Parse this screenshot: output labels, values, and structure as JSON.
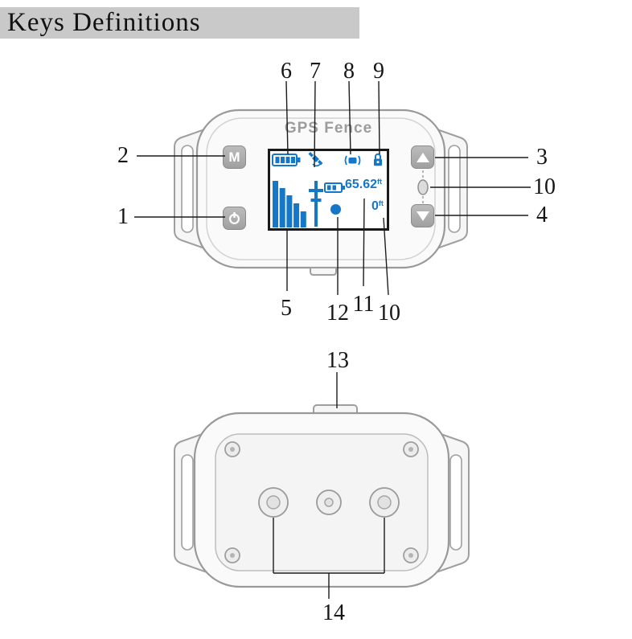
{
  "title": "Keys Definitions",
  "front_view": {
    "brand": "GPS Fence",
    "mode_button_label": "M",
    "screen": {
      "distance_value": "65.62",
      "distance_unit": "ft",
      "secondary_value": "0",
      "secondary_unit": "ft",
      "status_icons": [
        "battery-icon",
        "gps-satellite-icon",
        "vibration-icon",
        "lock-icon"
      ],
      "main_icons": [
        "signal-bars-icon",
        "antenna-icon",
        "small-battery-icon",
        "position-dot-icon"
      ]
    }
  },
  "callouts": {
    "power_button": "1",
    "mode_button": "2",
    "up_button": "3",
    "down_button": "4",
    "signal_bars": "5",
    "battery_icon": "6",
    "gps_icon": "7",
    "vibration_icon": "8",
    "lock_icon": "9",
    "side_indicator": "10",
    "secondary_distance": "10",
    "distance_reading": "11",
    "position_dot": "12",
    "top_port": "13",
    "contact_points": "14"
  },
  "colors": {
    "accent_blue": "#1577c8",
    "title_background": "#c9c9c9",
    "device_outline": "#9b9b9b",
    "button_fill": "#ababab",
    "brand_text": "#9c9c9c"
  }
}
